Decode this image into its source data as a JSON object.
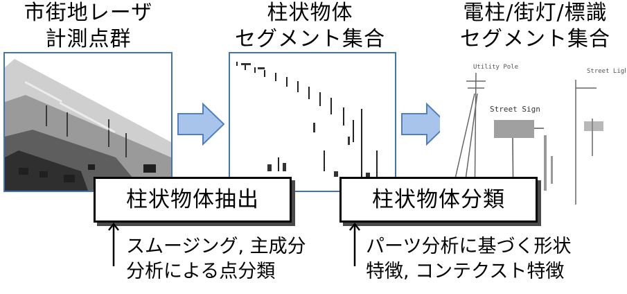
{
  "titles": {
    "input": [
      "市街地レーザ",
      "計測点群"
    ],
    "pole_segments": [
      "柱状物体",
      "セグメント集合"
    ],
    "classified": [
      "電柱/街灯/標識",
      "セグメント集合"
    ]
  },
  "steps": {
    "extraction": "柱状物体抽出",
    "classification": "柱状物体分類"
  },
  "notes": {
    "extraction": [
      "スムージング, 主成分",
      "分析による点分類"
    ],
    "classification": [
      "パーツ分析に基づく形状",
      "特徴, コンテクスト特徴"
    ]
  },
  "panel3_labels": {
    "utility_pole": "Utility Pole",
    "street_light": "Street Light",
    "street_sign": "Street Sign"
  },
  "colors": {
    "panel_border": "#3f74b5",
    "arrow_fill": "#a9c4ea",
    "arrow_stroke": "#4f7fbf"
  }
}
